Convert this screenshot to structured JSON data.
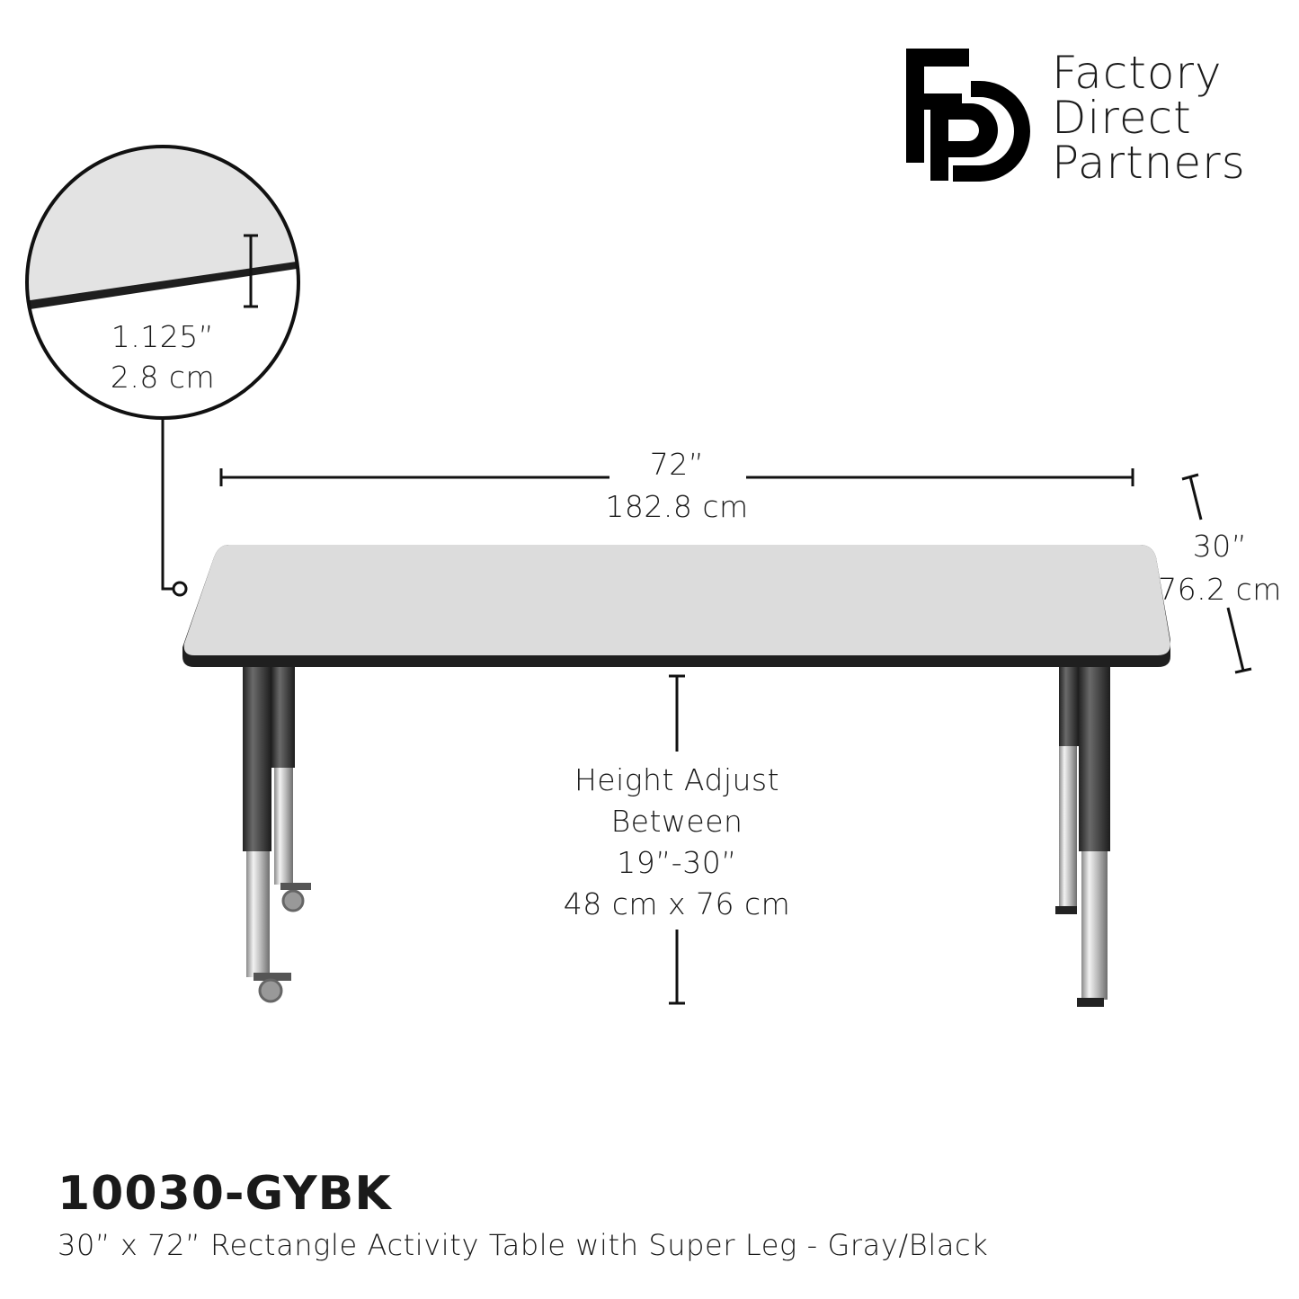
{
  "brand": {
    "logo_letters": "FPD",
    "lines": [
      "Factory",
      "Direct",
      "Partners"
    ]
  },
  "edge_detail": {
    "thickness_in": "1.125”",
    "thickness_cm": "2.8 cm"
  },
  "dimensions": {
    "length_in": "72”",
    "length_cm": "182.8 cm",
    "width_in": "30”",
    "width_cm": "76.2 cm",
    "height_lines": [
      "Height Adjust",
      "Between",
      "19”-30”",
      "48 cm x 76 cm"
    ]
  },
  "product": {
    "sku": "10030-GYBK",
    "description": "30” x 72” Rectangle Activity Table with Super Leg - Gray/Black"
  },
  "colors": {
    "top": "#dcdcdc",
    "edge": "#1f1f1f",
    "leg_dark": "#3a3a3a",
    "chrome": "#c8c8c8"
  }
}
